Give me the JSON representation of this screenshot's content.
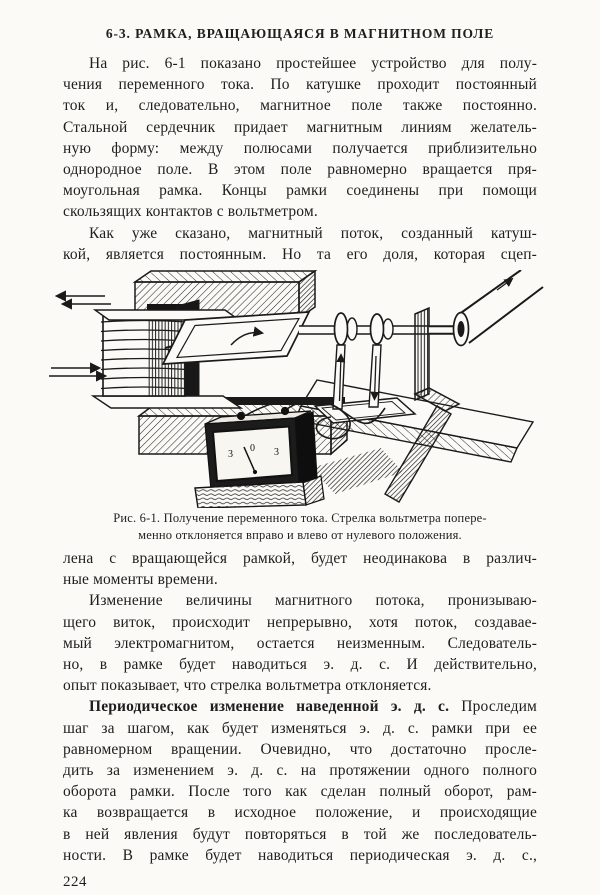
{
  "page": {
    "paper_color": "#fbfaf6",
    "ink_color": "#1e1e1e",
    "page_number": "224"
  },
  "heading": {
    "text": "6-3. РАМКА, ВРАЩАЮЩАЯСЯ В МАГНИТНОМ ПОЛЕ"
  },
  "paragraphs": {
    "p1": {
      "lines": [
        "На рис. 6-1 показано простейшее устройство для полу-",
        "чения переменного тока. По катушке проходит постоянный",
        "ток и, следовательно, магнитное поле также постоянно.",
        "Стальной сердечник придает магнитным линиям желатель-",
        "ную форму: между полюсами получается приблизительно",
        "однородное поле. В этом поле равномерно вращается пря-",
        "моугольная рамка. Концы рамки соединены при помощи",
        "скользящих контактов с вольтметром."
      ]
    },
    "p2a": {
      "lines": [
        "Как уже сказано, магнитный поток, созданный катуш-",
        "кой, является постоянным. Но та его доля, которая сцеп-"
      ]
    },
    "p2b": {
      "lines": [
        "лена с вращающейся рамкой, будет неодинакова в различ-",
        "ные моменты времени."
      ]
    },
    "p3": {
      "lines": [
        "Изменение величины магнитного потока, пронизываю-",
        "щего виток, происходит непрерывно, хотя поток, создавае-",
        "мый электромагнитом, остается неизменным. Следователь-",
        "но, в рамке будет наводиться э. д. с. И действительно,",
        "опыт показывает, что стрелка вольтметра отклоняется."
      ]
    },
    "p4": {
      "bold_lead": "Периодическое изменение наведенной э. д. с.",
      "first_line_rest": " Проследим",
      "lines": [
        "шаг за шагом, как будет изменяться э. д. с. рамки при ее",
        "равномерном вращении. Очевидно, что достаточно просле-",
        "дить за изменением э. д. с. на протяжении одного полного",
        "оборота рамки. После того как сделан полный оборот, рам-",
        "ка возвращается в исходное положение, и происходящие",
        "в ней явления будут повторяться в той же последователь-",
        "ности. В рамке будет наводиться периодическая э. д. с.,"
      ]
    }
  },
  "figure": {
    "caption": {
      "line1": "Рис. 6-1. Получение переменного тока. Стрелка вольтметра попере-",
      "line2": "менно отклоняется вправо и влево от нулевого положения."
    },
    "voltmeter_scale": {
      "left": "3",
      "zero": "0",
      "right": "3"
    }
  }
}
